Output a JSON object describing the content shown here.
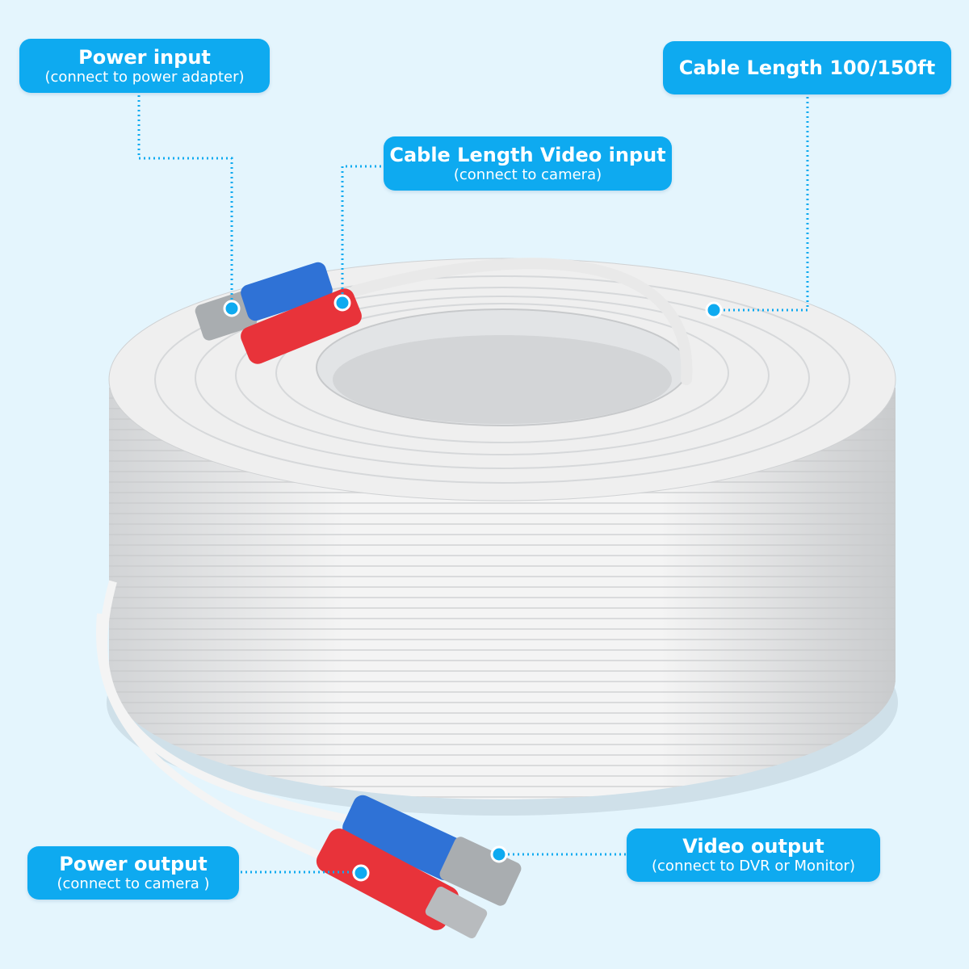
{
  "callouts": {
    "power_input": {
      "title": "Power input",
      "subtitle": "(connect to power adapter)"
    },
    "video_input": {
      "title": "Cable Length Video input",
      "subtitle": "(connect to camera)"
    },
    "cable_length": {
      "title": "Cable Length 100/150ft"
    },
    "power_output": {
      "title": "Power output",
      "subtitle": "(connect to camera )"
    },
    "video_output": {
      "title": "Video output",
      "subtitle": "(connect to DVR or Monitor)"
    }
  },
  "colors": {
    "accent": "#0eaaf0",
    "background": "#e4f5fd",
    "cable": "#f1f1f1",
    "power_connector": "#e8333a",
    "video_connector": "#2a6fd0"
  }
}
